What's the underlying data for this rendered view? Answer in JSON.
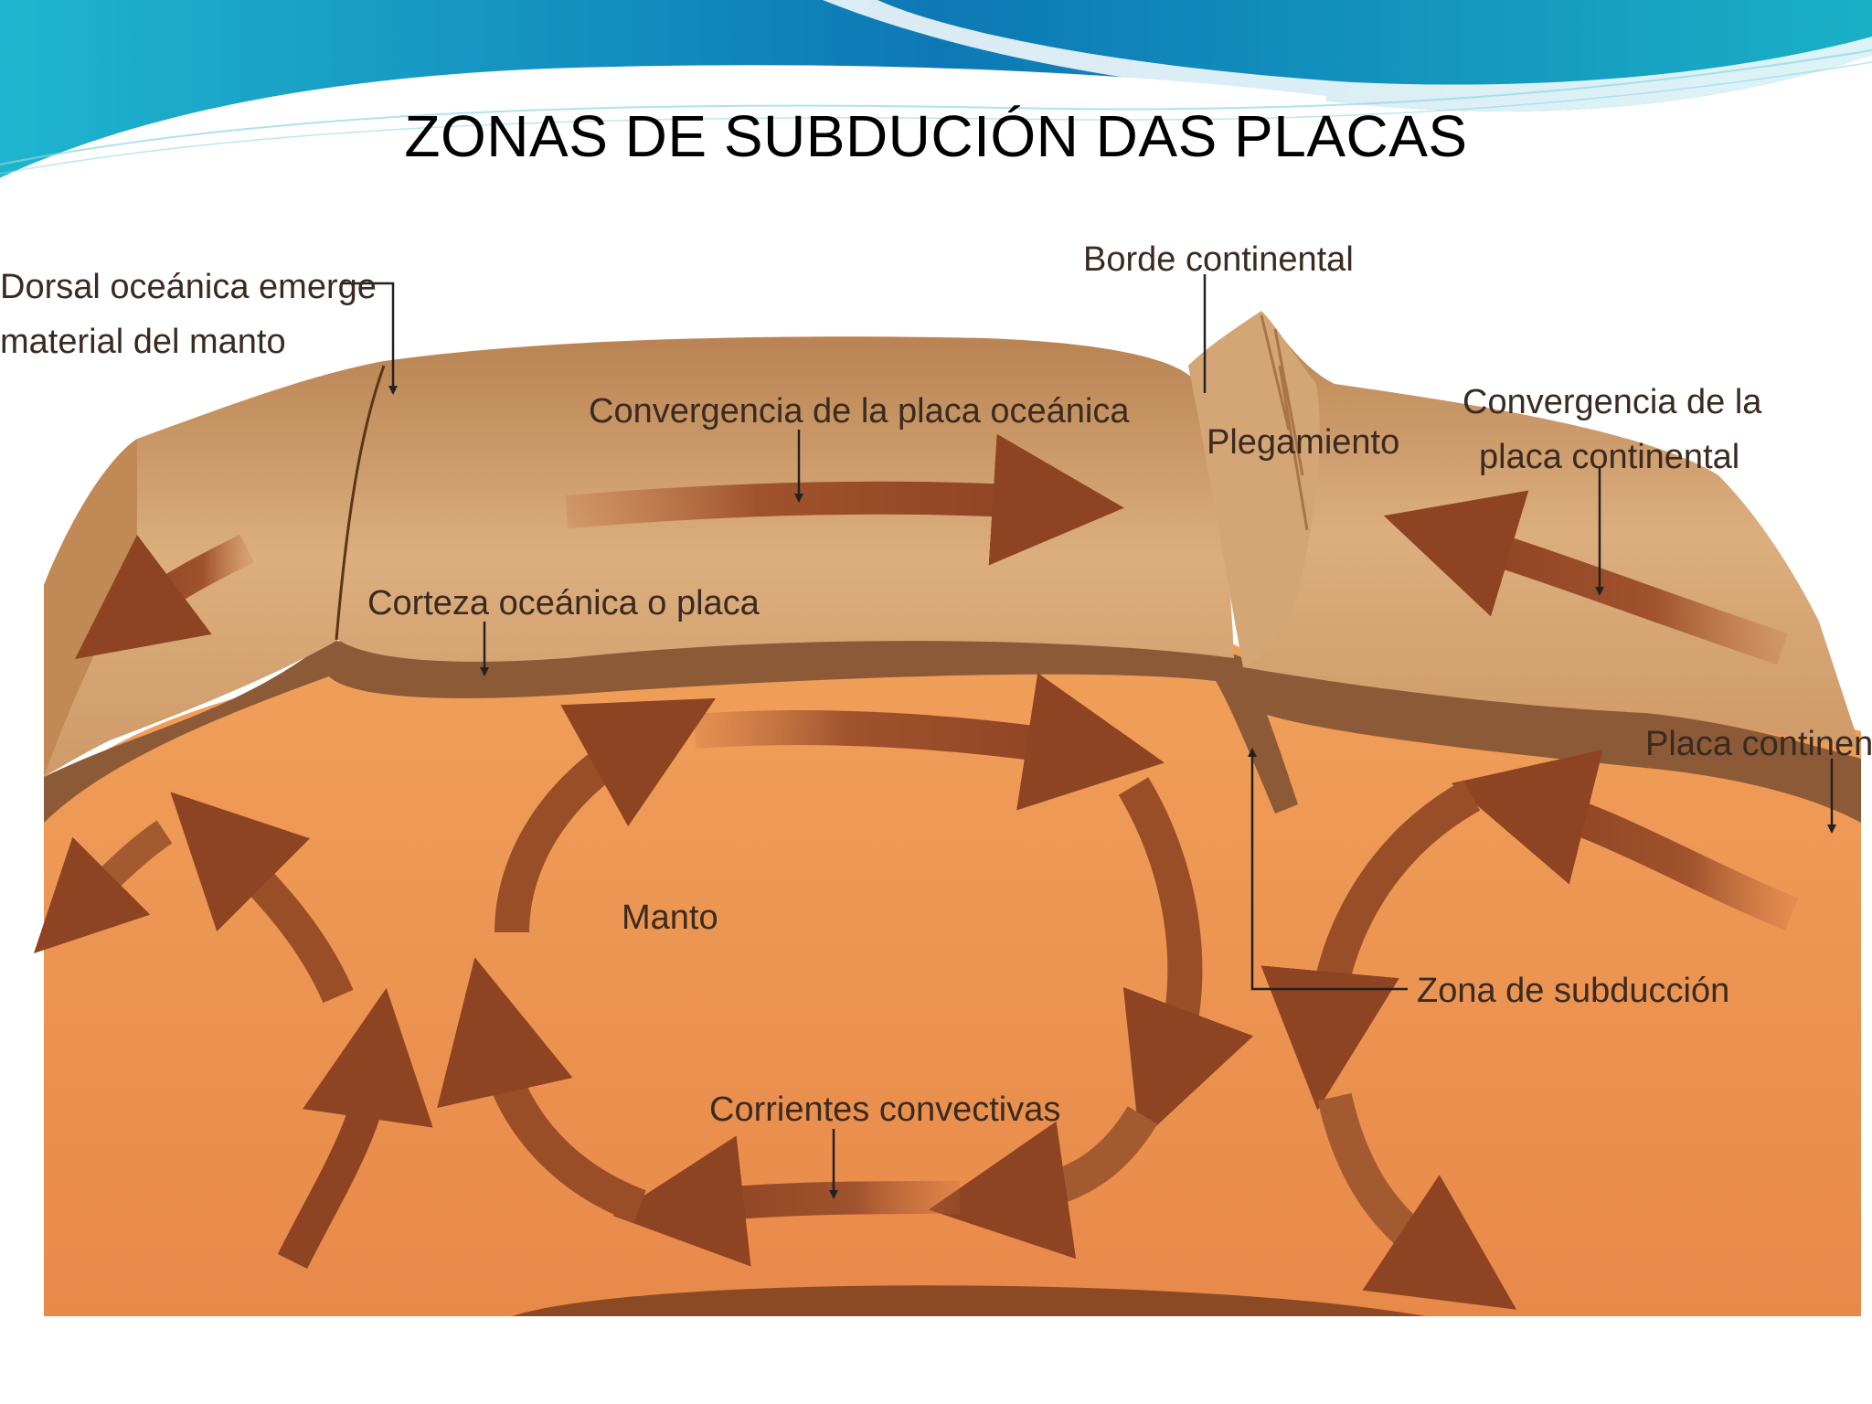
{
  "slide": {
    "title": "ZONAS DE SUBDUCIÓN DAS PLACAS"
  },
  "diagram": {
    "labels": {
      "dorsal_line1": "Dorsal oceánica emerge",
      "dorsal_line2": "material del manto",
      "borde_continental": "Borde continental",
      "convergencia_oceanica": "Convergencia de la placa oceánica",
      "plegamiento": "Plegamiento",
      "convergencia_continental_line1": "Convergencia de la",
      "convergencia_continental_line2": "placa continental",
      "corteza_oceanica": "Corteza oceánica o placa",
      "placa_continental": "Placa continental",
      "manto": "Manto",
      "zona_subduccion": "Zona de subducción",
      "corrientes_convectivas": "Corrientes convectivas"
    }
  },
  "colors": {
    "mantle": "#e9924a",
    "crust_top": "#cf9a68",
    "crust_dark": "#8c5a36",
    "arrow": "#9a4e28",
    "header_teal": "#1aa9c6",
    "header_blue": "#0b6aa8"
  }
}
